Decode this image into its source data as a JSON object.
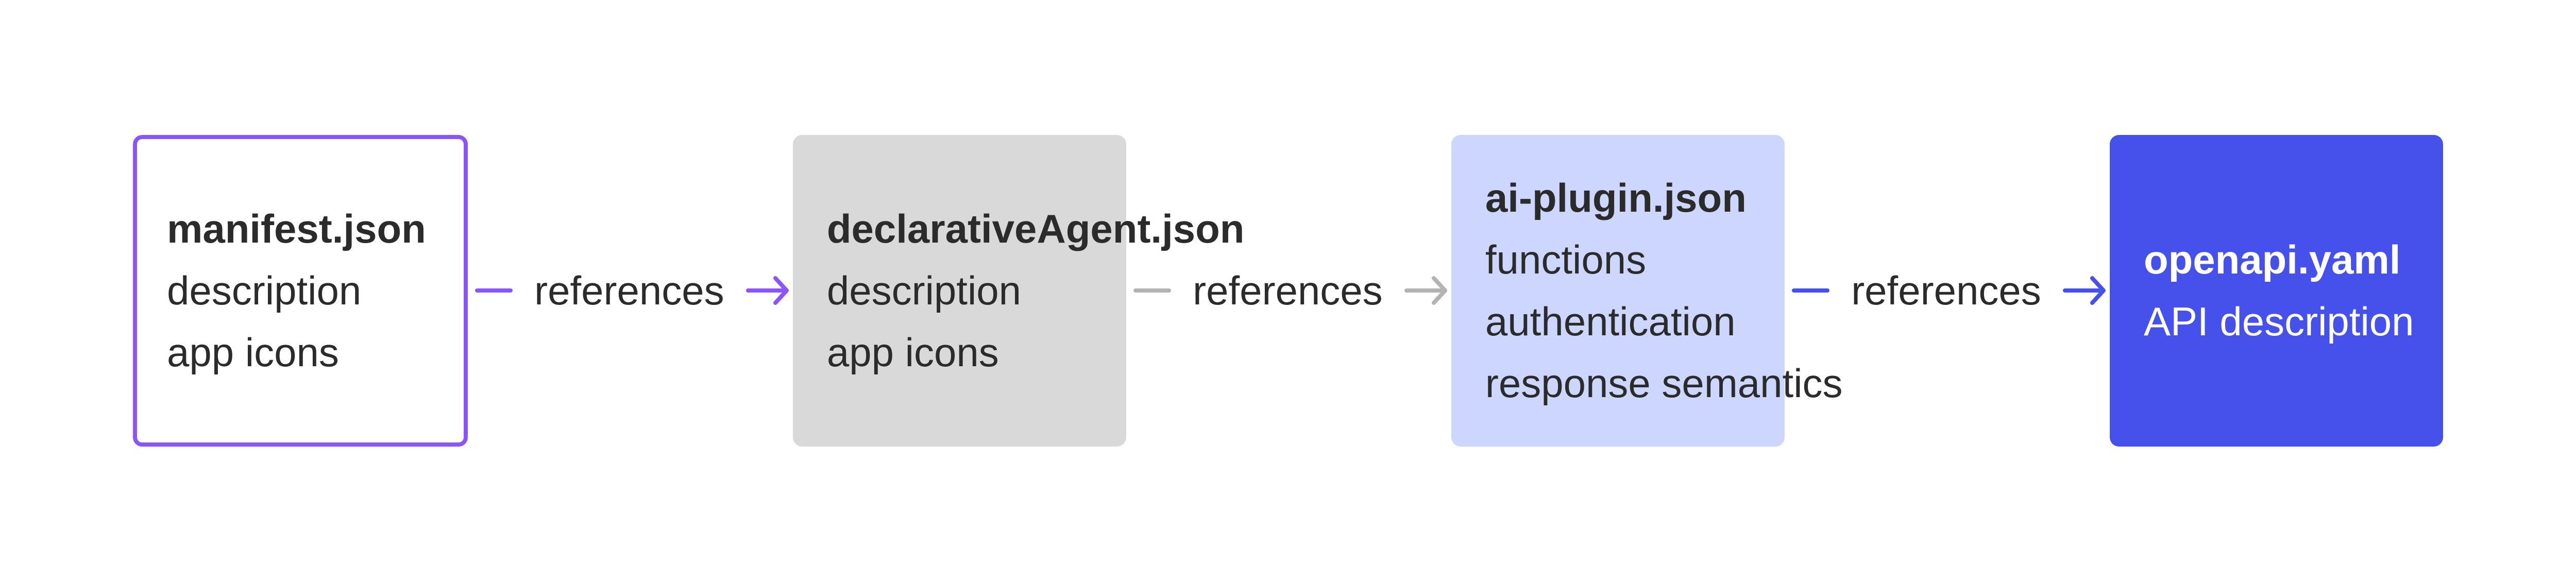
{
  "nodes": [
    {
      "title": "manifest.json",
      "lines": [
        "description",
        "app icons"
      ],
      "style": "outlined",
      "color": "#8a55fc"
    },
    {
      "title": "declarativeAgent.json",
      "lines": [
        "description",
        "app icons"
      ],
      "style": "filled",
      "color": "#d9d9d9"
    },
    {
      "title": "ai-plugin.json",
      "lines": [
        "functions",
        "authentication",
        "response semantics"
      ],
      "style": "filled",
      "color": "#ccd6ff"
    },
    {
      "title": "openapi.yaml",
      "lines": [
        "API description"
      ],
      "style": "filled",
      "color": "#4650ea"
    }
  ],
  "edges": [
    {
      "from": "manifest.json",
      "to": "declarativeAgent.json",
      "label": "references",
      "color": "#8a55fc"
    },
    {
      "from": "declarativeAgent.json",
      "to": "ai-plugin.json",
      "label": "references",
      "color": "#b3b3b3"
    },
    {
      "from": "ai-plugin.json",
      "to": "openapi.yaml",
      "label": "references",
      "color": "#4650ea"
    }
  ]
}
